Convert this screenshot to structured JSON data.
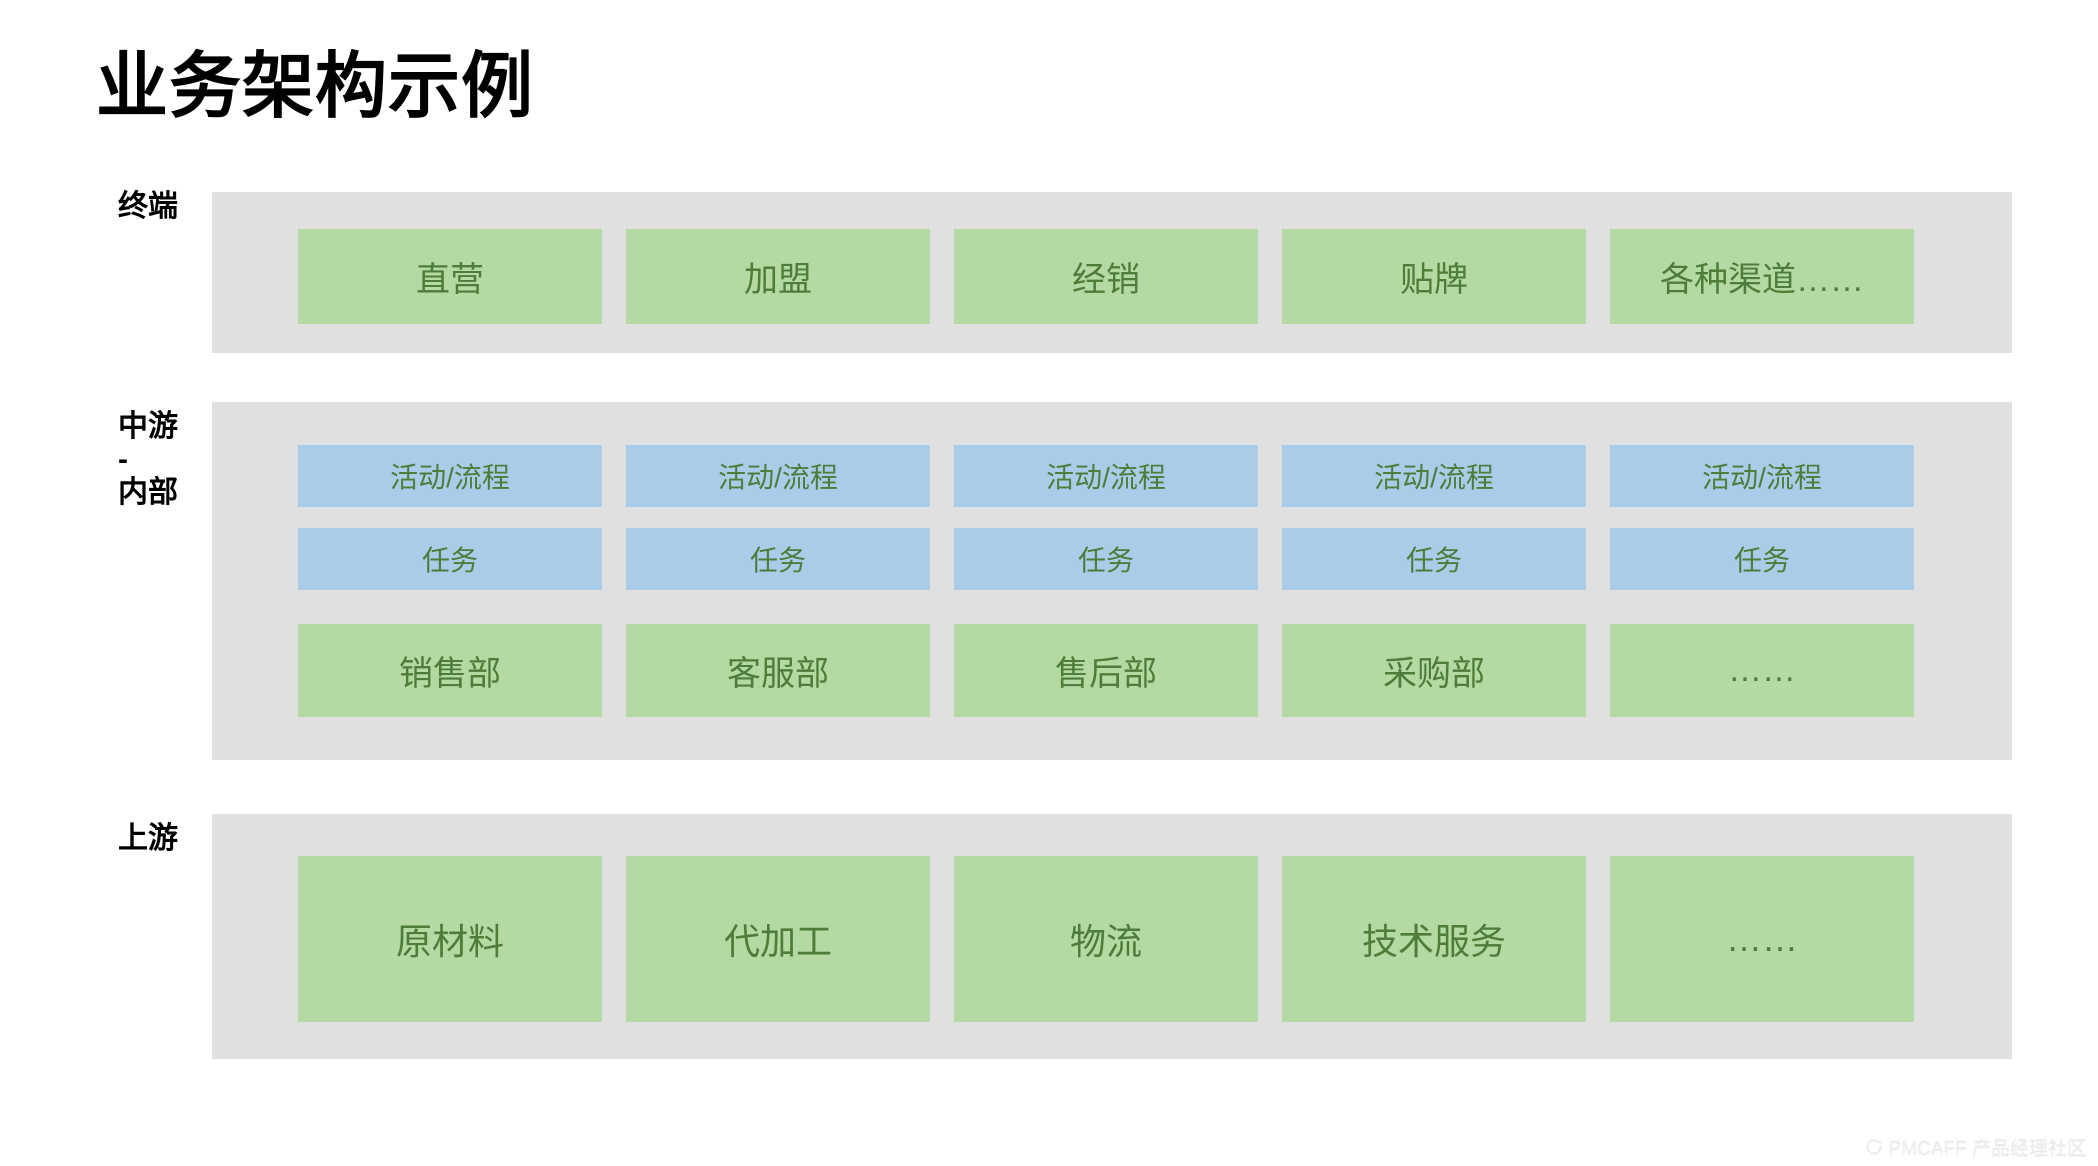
{
  "title": "业务架构示例",
  "colors": {
    "band_background": "#e0e0e0",
    "green_box": "#b4d9a3",
    "blue_box": "#a9cce8",
    "box_text": "#4e7c39",
    "heading_text": "#000000"
  },
  "bands": [
    {
      "label_lines": "终端",
      "rows": [
        {
          "type": "green",
          "cells": [
            "直营",
            "加盟",
            "经销",
            "贴牌",
            "各种渠道……"
          ]
        }
      ]
    },
    {
      "label_lines": "中游\n-\n内部",
      "rows": [
        {
          "type": "blue",
          "cells": [
            "活动/流程",
            "活动/流程",
            "活动/流程",
            "活动/流程",
            "活动/流程"
          ]
        },
        {
          "type": "blue",
          "cells": [
            "任务",
            "任务",
            "任务",
            "任务",
            "任务"
          ]
        },
        {
          "type": "green",
          "cells": [
            "销售部",
            "客服部",
            "售后部",
            "采购部",
            "……"
          ]
        }
      ]
    },
    {
      "label_lines": "上游",
      "rows": [
        {
          "type": "green",
          "cells": [
            "原材料",
            "代加工",
            "物流",
            "技术服务",
            "……"
          ]
        }
      ]
    }
  ],
  "watermark": {
    "icon": "pmcaff-logo-icon",
    "text": "PMCAFF 产品经理社区"
  }
}
